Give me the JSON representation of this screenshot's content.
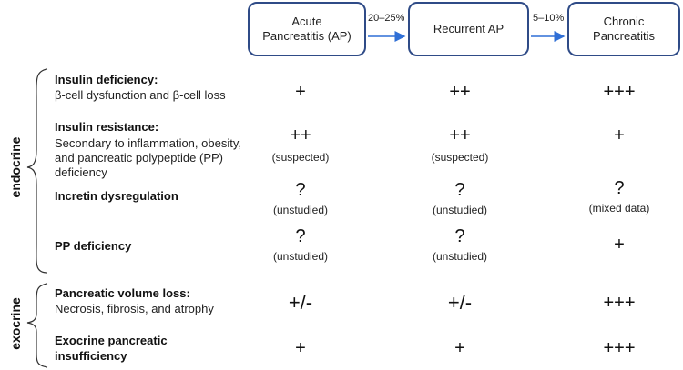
{
  "stages": [
    {
      "label_line1": "Acute",
      "label_line2": "Pancreatitis (AP)"
    },
    {
      "label_line1": "Recurrent AP",
      "label_line2": ""
    },
    {
      "label_line1": "Chronic",
      "label_line2": "Pancreatitis"
    }
  ],
  "transitions": [
    "20–25%",
    "5–10%"
  ],
  "groups": [
    "endocrine",
    "exocrine"
  ],
  "rows": [
    {
      "title": "Insulin deficiency:",
      "desc": [
        "β-cell dysfunction and β-cell loss"
      ],
      "values": [
        "+",
        "++",
        "+++"
      ],
      "notes": [
        "",
        "",
        ""
      ]
    },
    {
      "title": "Insulin resistance:",
      "desc": [
        "Secondary to inflammation, obesity,",
        "and pancreatic polypeptide (PP)",
        "deficiency"
      ],
      "values": [
        "++",
        "++",
        "+"
      ],
      "notes": [
        "(suspected)",
        "(suspected)",
        ""
      ]
    },
    {
      "title": "Incretin dysregulation",
      "desc": [],
      "values": [
        "?",
        "?",
        "?"
      ],
      "notes": [
        "(unstudied)",
        "(unstudied)",
        "(mixed data)"
      ]
    },
    {
      "title": "PP deficiency",
      "desc": [],
      "values": [
        "?",
        "?",
        "+"
      ],
      "notes": [
        "(unstudied)",
        "(unstudied)",
        ""
      ]
    },
    {
      "title": "Pancreatic volume loss:",
      "desc": [
        "Necrosis, fibrosis, and atrophy"
      ],
      "values": [
        "+/-",
        "+/-",
        "+++"
      ],
      "notes": [
        "",
        "",
        ""
      ]
    },
    {
      "title": "Exocrine pancreatic",
      "title2": "insufficiency",
      "desc": [],
      "values": [
        "+",
        "+",
        "+++"
      ],
      "notes": [
        "",
        "",
        ""
      ]
    }
  ]
}
